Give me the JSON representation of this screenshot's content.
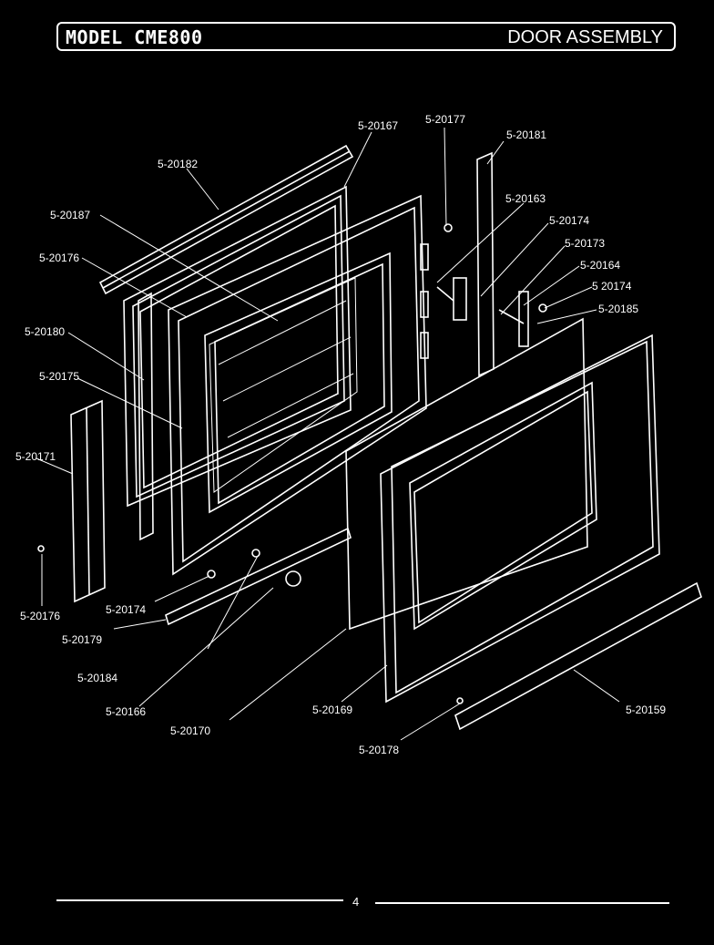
{
  "header": {
    "model": "MODEL CME800",
    "assembly": "DOOR ASSEMBLY"
  },
  "labels": {
    "l20167": "5-20167",
    "l20177": "5-20177",
    "l20181": "5-20181",
    "l20182": "5-20182",
    "l20187": "5-20187",
    "l20163": "5-20163",
    "l20174a": "5-20174",
    "l20173": "5-20173",
    "l20176a": "5-20176",
    "l20164": "5-20164",
    "l20174b": "5 20174",
    "l20185": "5-20185",
    "l20180": "5-20180",
    "l20175": "5-20175",
    "l20171": "5-20171",
    "l20176b": "5-20176",
    "l20174c": "5-20174",
    "l20179": "5-20179",
    "l20184": "5-20184",
    "l20166": "5-20166",
    "l20170": "5-20170",
    "l20169": "5-20169",
    "l20178": "5-20178",
    "l20159": "5-20159"
  },
  "footer": {
    "page": "4"
  }
}
